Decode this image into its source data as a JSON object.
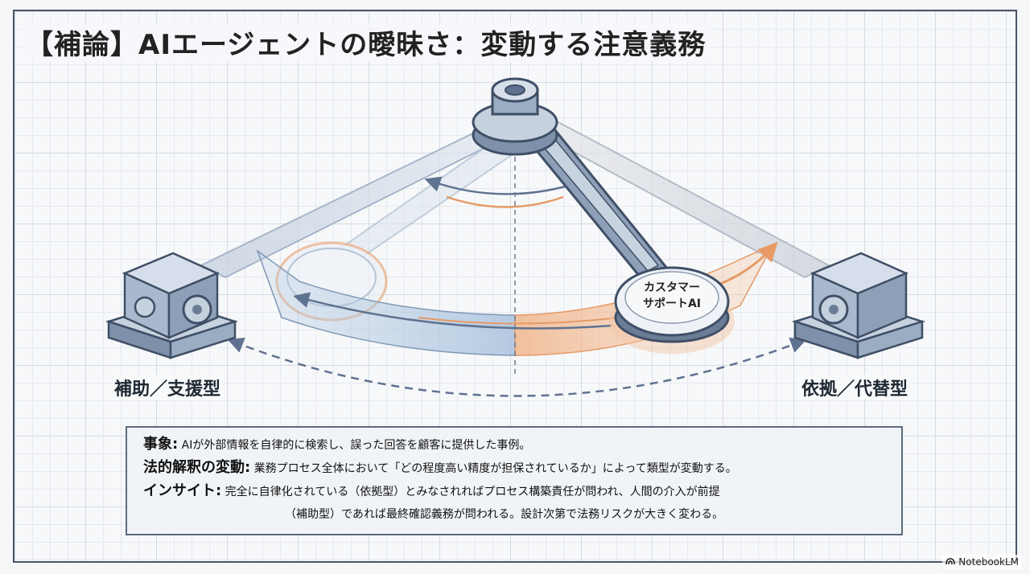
{
  "title": "【補論】AIエージェントの曖昧さ：変動する注意義務",
  "labels": {
    "left": "補助／支援型",
    "right": "依拠／代替型",
    "center_disc": [
      "カスタマー",
      "サポートAI"
    ]
  },
  "info": {
    "case_key": "事象:",
    "case_text": " AIが外部情報を自律的に検索し、誤った回答を顧客に提供した事例。",
    "legal_key": "法的解釈の変動:",
    "legal_text": " 業務プロセス全体において「どの程度高い精度が担保されているか」によって類型が変動する。",
    "insight_key": "インサイト:",
    "insight_text_1": " 完全に自律化されている（依拠型）とみなされればプロセス構築責任が問われ、人間の介入が前提",
    "insight_text_2": "（補助型）であれば最終確認義務が問われる。設計次第で法務リスクが大きく変わる。"
  },
  "brand": "NotebookLM",
  "colors": {
    "steel": "#5f7290",
    "steel_light": "#a9b8cc",
    "orange": "#e69a66",
    "text": "#222222"
  }
}
